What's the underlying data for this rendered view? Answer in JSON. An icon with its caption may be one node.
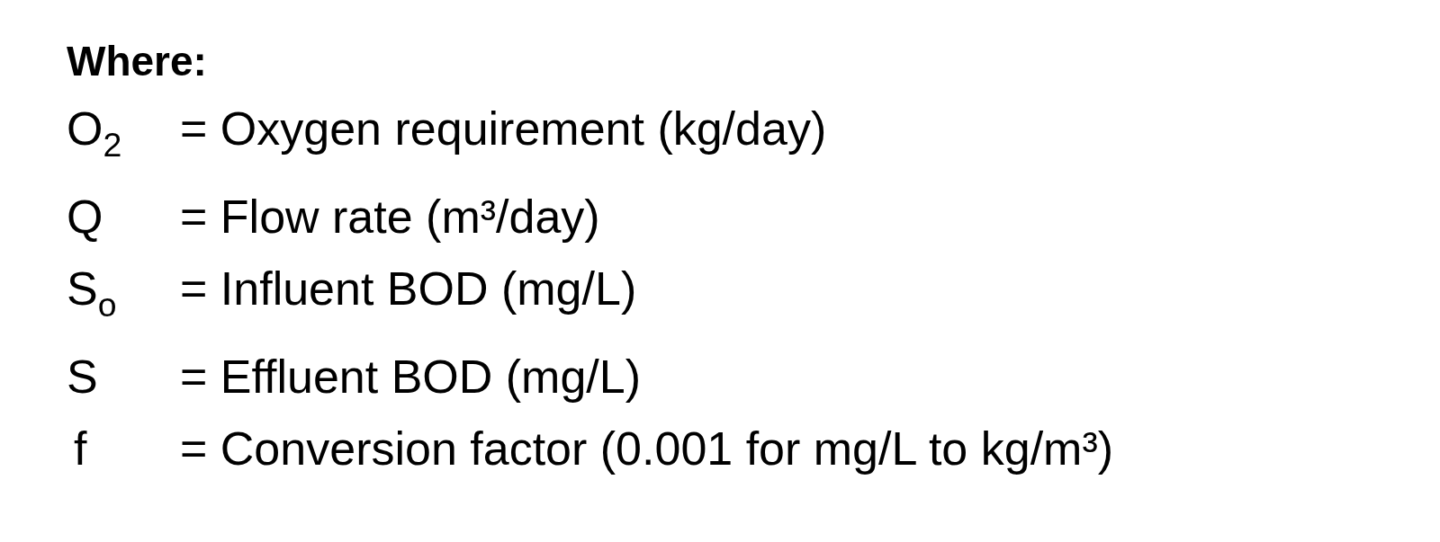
{
  "diagram": {
    "title": "Where:",
    "labels": [
      "O$_{2}$",
      "= Oxygen requirement (kg/day)",
      "Q",
      "= Flow rate (m³/day)",
      "S$_{o}$",
      "= Influent BOD (mg/L)",
      "S",
      "= Effluent BOD (mg/L)",
      "f",
      "= Conversion factor (0.001 for mg/L to kg/m³)"
    ]
  }
}
